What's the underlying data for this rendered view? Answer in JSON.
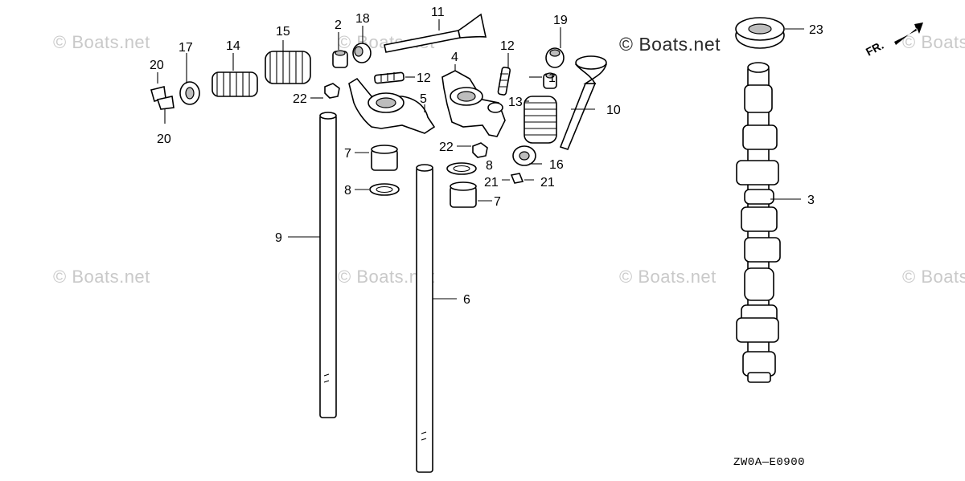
{
  "diagram": {
    "watermark": "© Boats.net",
    "drawing_code": "ZW0A—E0900",
    "front_indicator": "FR.",
    "callouts": [
      "1",
      "2",
      "3",
      "4",
      "5",
      "6",
      "7",
      "8",
      "9",
      "10",
      "11",
      "12",
      "13",
      "14",
      "15",
      "16",
      "17",
      "18",
      "19",
      "20",
      "21",
      "22",
      "23"
    ]
  }
}
